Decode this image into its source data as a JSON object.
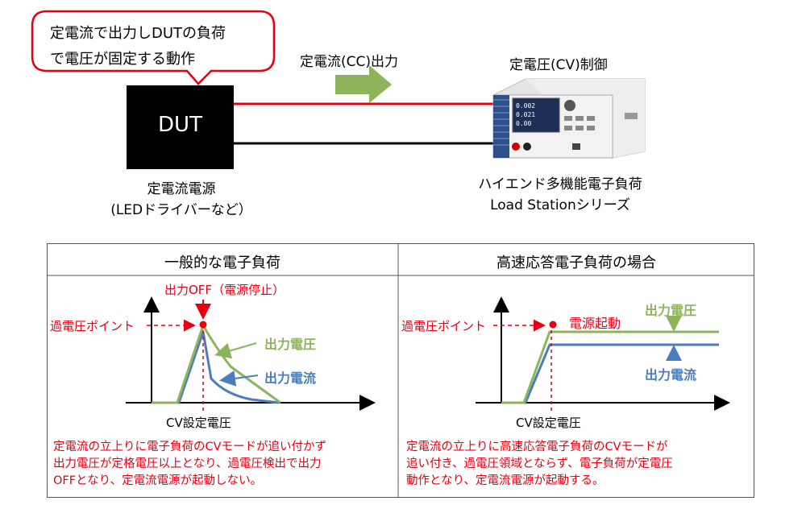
{
  "top": {
    "callout_line1": "定電流で出力しDUTの負荷",
    "callout_line2": "で電圧が固定する動作",
    "dut_label": "DUT",
    "cc_output_label": "定電流(CC)出力",
    "cv_control_label": "定電圧(CV)制御",
    "source_label_line1": "定電流電源",
    "source_label_line2": "(LEDドライバーなど）",
    "load_label_line1": "ハイエンド多機能電子負荷",
    "load_label_line2": "Load Stationシリーズ",
    "device_readings": [
      "0.002",
      "0.021",
      "0.00"
    ]
  },
  "table": {
    "left": {
      "header": "一般的な電子負荷",
      "output_off": "出力OFF（電源停止）",
      "ovp_point": "過電圧ポイント",
      "out_voltage": "出力電圧",
      "out_current": "出力電流",
      "cv_setting": "CV設定電圧",
      "note_lines": [
        "定電流の立上りに電子負荷のCVモードが追い付かず",
        "出力電圧が定格電圧以上となり、過電圧検出で出力",
        "OFFとなり、定電流電源が起動しない。"
      ]
    },
    "right": {
      "header": "高速応答電子負荷の場合",
      "ovp_point": "過電圧ポイント",
      "power_start": "電源起動",
      "out_voltage": "出力電圧",
      "out_current": "出力電流",
      "cv_setting": "CV設定電圧",
      "note_lines": [
        "定電流の立上りに高速応答電子負荷のCVモードが",
        "追い付き、過電圧領域とならず、電子負荷が定電圧",
        "動作となり、定電流電源が起動する。"
      ]
    }
  },
  "colors": {
    "red": "#e60012",
    "green": "#8db45a",
    "blue": "#4a7dbd",
    "arrow_green": "#8db45a"
  }
}
